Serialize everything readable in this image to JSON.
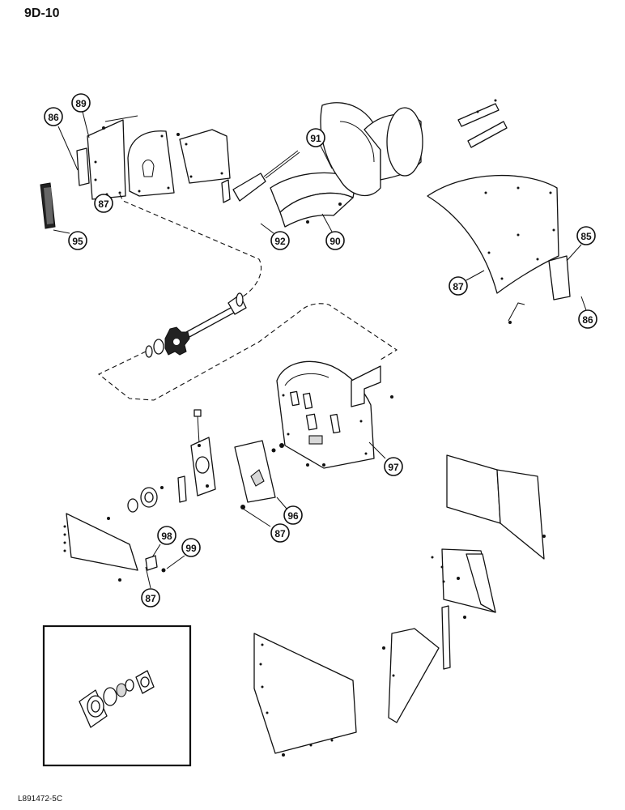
{
  "header": {
    "page_ref": "9D-10"
  },
  "footer": {
    "drawing_code": "L891472-5C"
  },
  "callouts": {
    "c86a": "86",
    "c89": "89",
    "c87a": "87",
    "c95": "95",
    "c91": "91",
    "c92": "92",
    "c90": "90",
    "c85": "85",
    "c87b": "87",
    "c86b": "86",
    "c97": "97",
    "c96": "96",
    "c87c": "87",
    "c98": "98",
    "c99": "99",
    "c87d": "87"
  }
}
